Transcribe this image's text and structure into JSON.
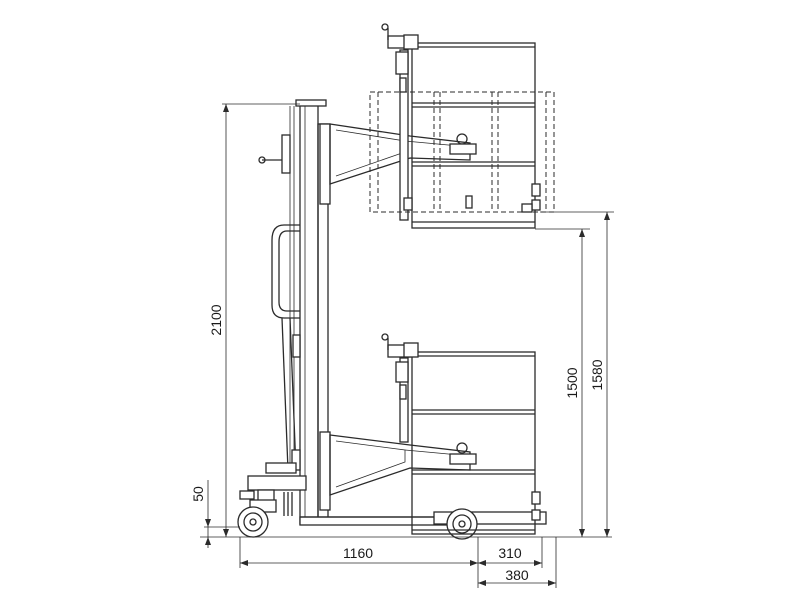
{
  "dimensions": {
    "overall_height": "2100",
    "base_clearance": "50",
    "lift_height_low": "1500",
    "lift_height_high": "1580",
    "base_length": "1160",
    "reach_inner": "310",
    "reach_outer": "380"
  }
}
